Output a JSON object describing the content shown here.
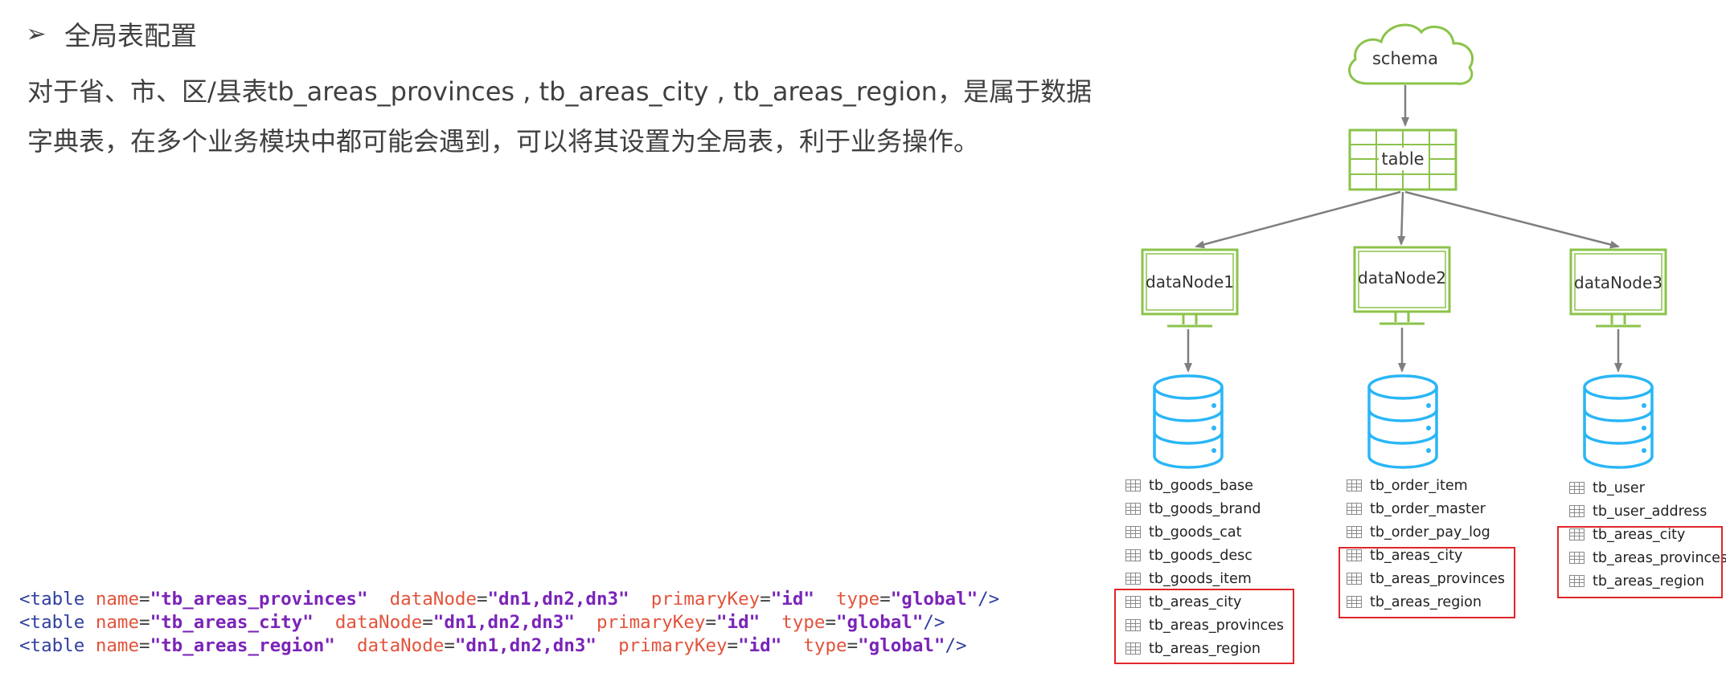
{
  "heading": {
    "bullet": "➢",
    "title": "全局表配置"
  },
  "paragraph": {
    "line1": "对于省、市、区/县表tb_areas_provinces , tb_areas_city , tb_areas_region，是属于数据",
    "line2": "字典表，在多个业务模块中都可能会遇到，可以将其设置为全局表，利于业务操作。"
  },
  "code": {
    "lines": [
      {
        "open": "<table",
        "attrs": [
          {
            "name": "name",
            "value": "\"tb_areas_provinces\""
          },
          {
            "name": "dataNode",
            "value": "\"dn1,dn2,dn3\""
          },
          {
            "name": "primaryKey",
            "value": "\"id\""
          },
          {
            "name": "type",
            "value": "\"global\""
          }
        ],
        "close": "/>"
      },
      {
        "open": "<table",
        "attrs": [
          {
            "name": "name",
            "value": "\"tb_areas_city\""
          },
          {
            "name": "dataNode",
            "value": "\"dn1,dn2,dn3\""
          },
          {
            "name": "primaryKey",
            "value": "\"id\""
          },
          {
            "name": "type",
            "value": "\"global\""
          }
        ],
        "close": "/>"
      },
      {
        "open": "<table",
        "attrs": [
          {
            "name": "name",
            "value": "\"tb_areas_region\""
          },
          {
            "name": "dataNode",
            "value": "\"dn1,dn2,dn3\""
          },
          {
            "name": "primaryKey",
            "value": "\"id\""
          },
          {
            "name": "type",
            "value": "\"global\""
          }
        ],
        "close": "/>"
      }
    ]
  },
  "diagram": {
    "schema_label": "schema",
    "table_label": "table",
    "nodes": [
      {
        "label": "dataNode1",
        "tables": [
          "tb_goods_base",
          "tb_goods_brand",
          "tb_goods_cat",
          "tb_goods_desc",
          "tb_goods_item",
          "tb_areas_city",
          "tb_areas_provinces",
          "tb_areas_region"
        ],
        "highlight_from": 5
      },
      {
        "label": "dataNode2",
        "tables": [
          "tb_order_item",
          "tb_order_master",
          "tb_order_pay_log",
          "tb_areas_city",
          "tb_areas_provinces",
          "tb_areas_region"
        ],
        "highlight_from": 3
      },
      {
        "label": "dataNode3",
        "tables": [
          "tb_user",
          "tb_user_address",
          "tb_areas_city",
          "tb_areas_provinces",
          "tb_areas_region"
        ],
        "highlight_from": 2
      }
    ],
    "colors": {
      "cloud": "#8bc34a",
      "grid": "#8bc34a",
      "monitor": "#8bc34a",
      "database": "#29b6f6",
      "arrow": "#7f7f7f",
      "highlight": "#e0262a"
    }
  }
}
